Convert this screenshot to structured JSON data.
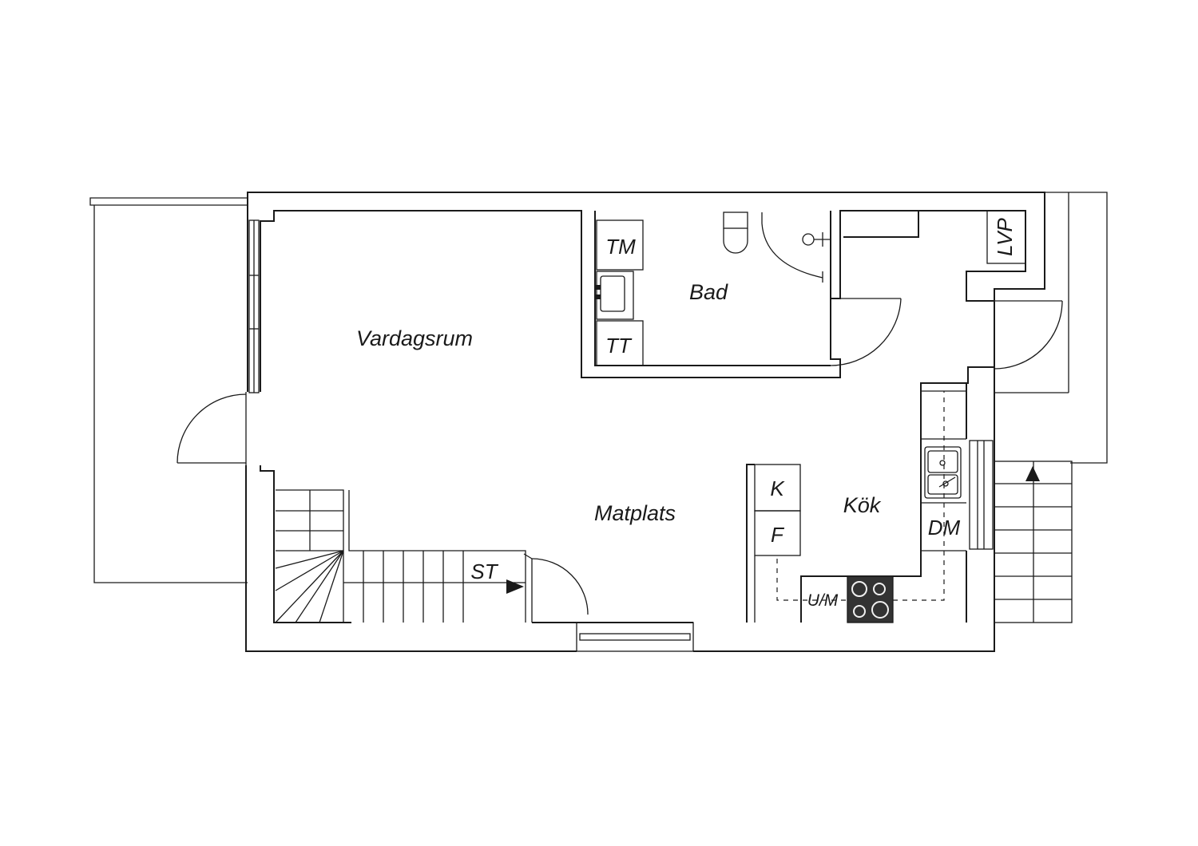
{
  "rooms": {
    "living": "Vardagsrum",
    "bath": "Bad",
    "dining": "Matplats",
    "kitchen": "Kök"
  },
  "fixtures": {
    "washer": "TM",
    "dryer": "TT",
    "fridge": "K",
    "freezer": "F",
    "dishwasher": "DM",
    "oven_microwave": "U/M",
    "storage": "ST",
    "heat_pump": "LVP"
  }
}
